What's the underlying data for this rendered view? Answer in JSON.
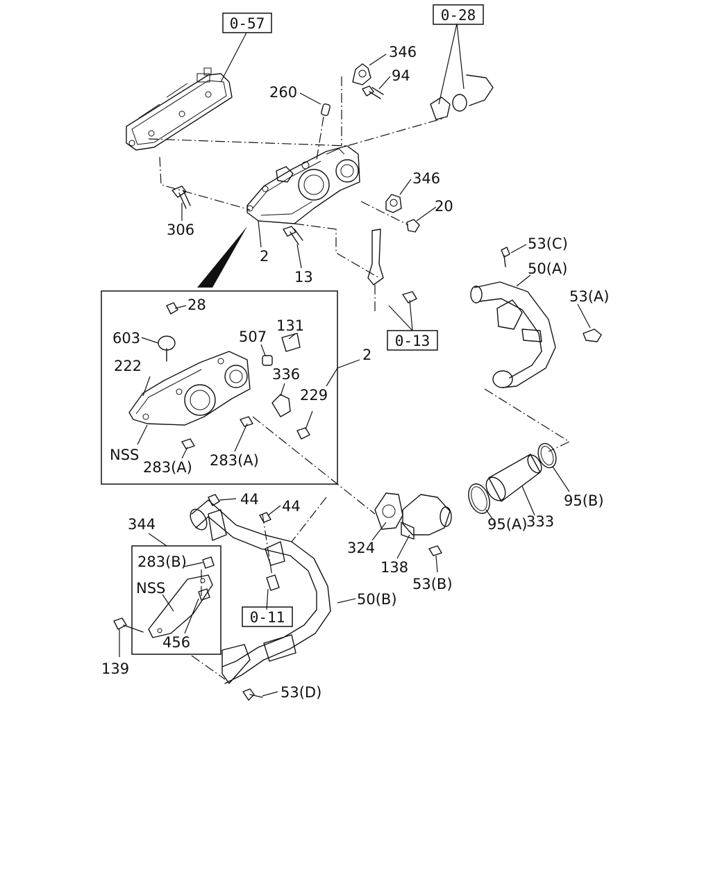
{
  "ref_boxes": {
    "r057": "0-57",
    "r028": "0-28",
    "r013": "0-13",
    "r011": "0-11"
  },
  "labels": {
    "l346a": "346",
    "l94": "94",
    "l260": "260",
    "l346b": "346",
    "l20": "20",
    "l306": "306",
    "l2a": "2",
    "l13": "13",
    "l53c": "53(C)",
    "l50a": "50(A)",
    "l53a": "53(A)",
    "l28": "28",
    "l603": "603",
    "l507": "507",
    "l131": "131",
    "l222": "222",
    "l2b": "2",
    "l336": "336",
    "l229": "229",
    "lnss1": "NSS",
    "l283a1": "283(A)",
    "l283a2": "283(A)",
    "l44a": "44",
    "l44b": "44",
    "l344": "344",
    "l283b": "283(B)",
    "lnss2": "NSS",
    "l456": "456",
    "l139": "139",
    "l324": "324",
    "l138": "138",
    "l53b": "53(B)",
    "l95a": "95(A)",
    "l333": "333",
    "l95b": "95(B)",
    "l50b": "50(B)",
    "l53d": "53(D)"
  }
}
